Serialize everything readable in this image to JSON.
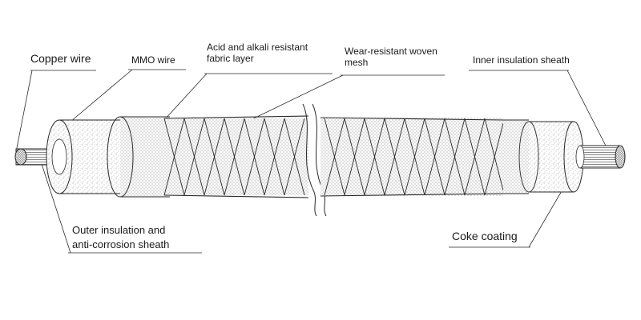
{
  "labels": {
    "copper_wire": "Copper wire",
    "mmo_wire": "MMO wire",
    "acid_alkali_line1": "Acid and alkali resistant",
    "acid_alkali_line2": "fabric layer",
    "wear_line1": "Wear-resistant woven",
    "wear_line2": "mesh",
    "inner_sheath": "Inner insulation sheath",
    "outer_line1": "Outer insulation and",
    "outer_line2": "anti-corrosion sheath",
    "coke_coating": "Coke coating"
  },
  "colors": {
    "line": "#2a2a2a",
    "stipple": "#9a9a9a",
    "background": "#ffffff"
  }
}
